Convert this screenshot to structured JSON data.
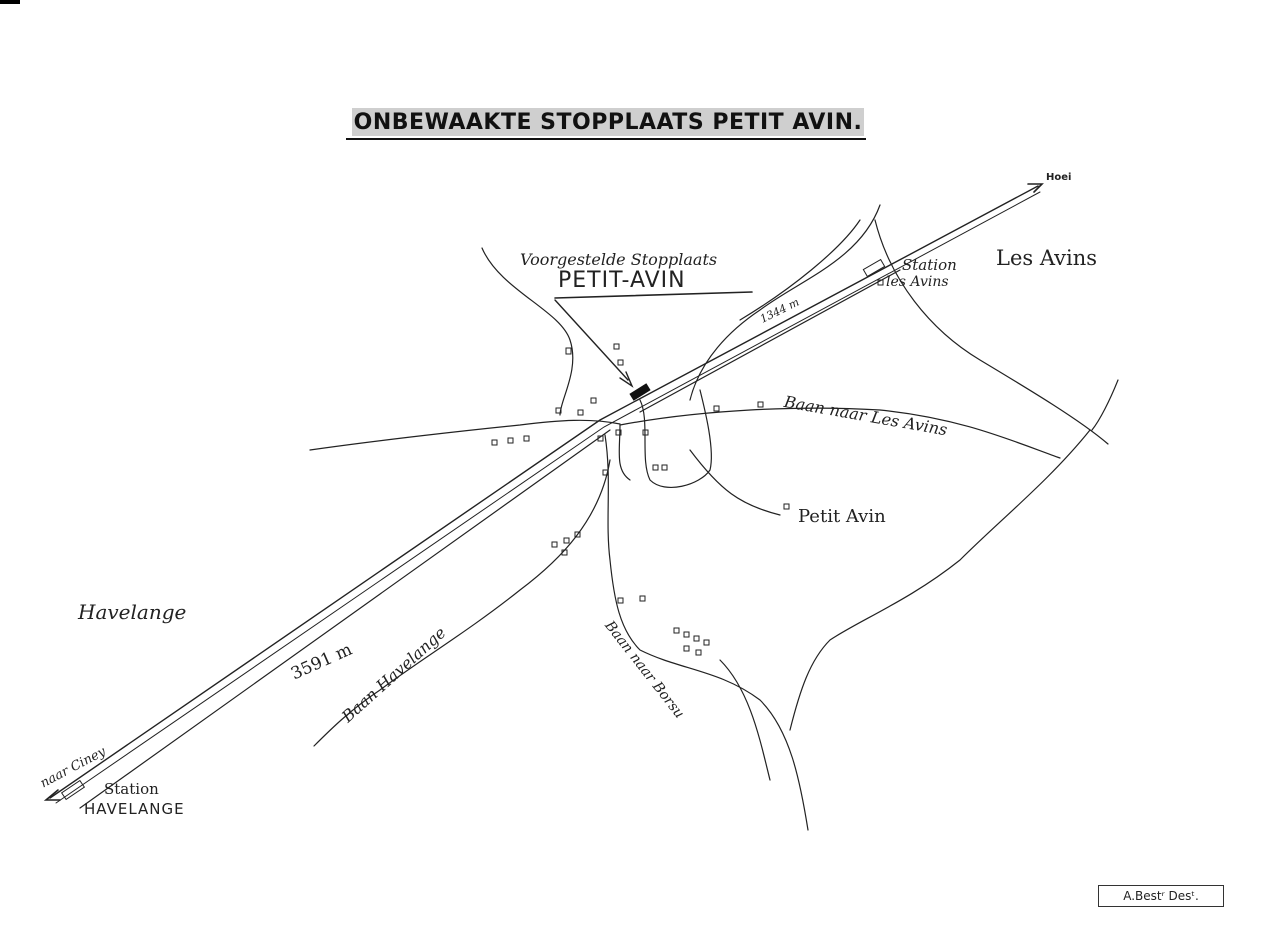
{
  "title": "ONBEWAAKTE STOPPLAATS PETIT AVIN.",
  "labels": {
    "hoei": "Hoei",
    "les_avins_area": "Les Avins",
    "station_les_avins_1": "Station",
    "station_les_avins_2": "les Avins",
    "proposed_1": "Voorgestelde Stopplaats",
    "proposed_2": "PETIT-AVIN",
    "distance_east": "1344 m",
    "road_les_avins": "Baan naar Les Avins",
    "petit_avin": "Petit Avin",
    "havelange_area": "Havelange",
    "distance_west": "3591 m",
    "road_havelange": "Baan Havelange",
    "road_borsu": "Baan naar Borsu",
    "naar_ciney": "naar Ciney",
    "station_havelange_1": "Station",
    "station_havelange_2": "HAVELANGE"
  },
  "signature": "A.Bestʳ Desᵗ."
}
